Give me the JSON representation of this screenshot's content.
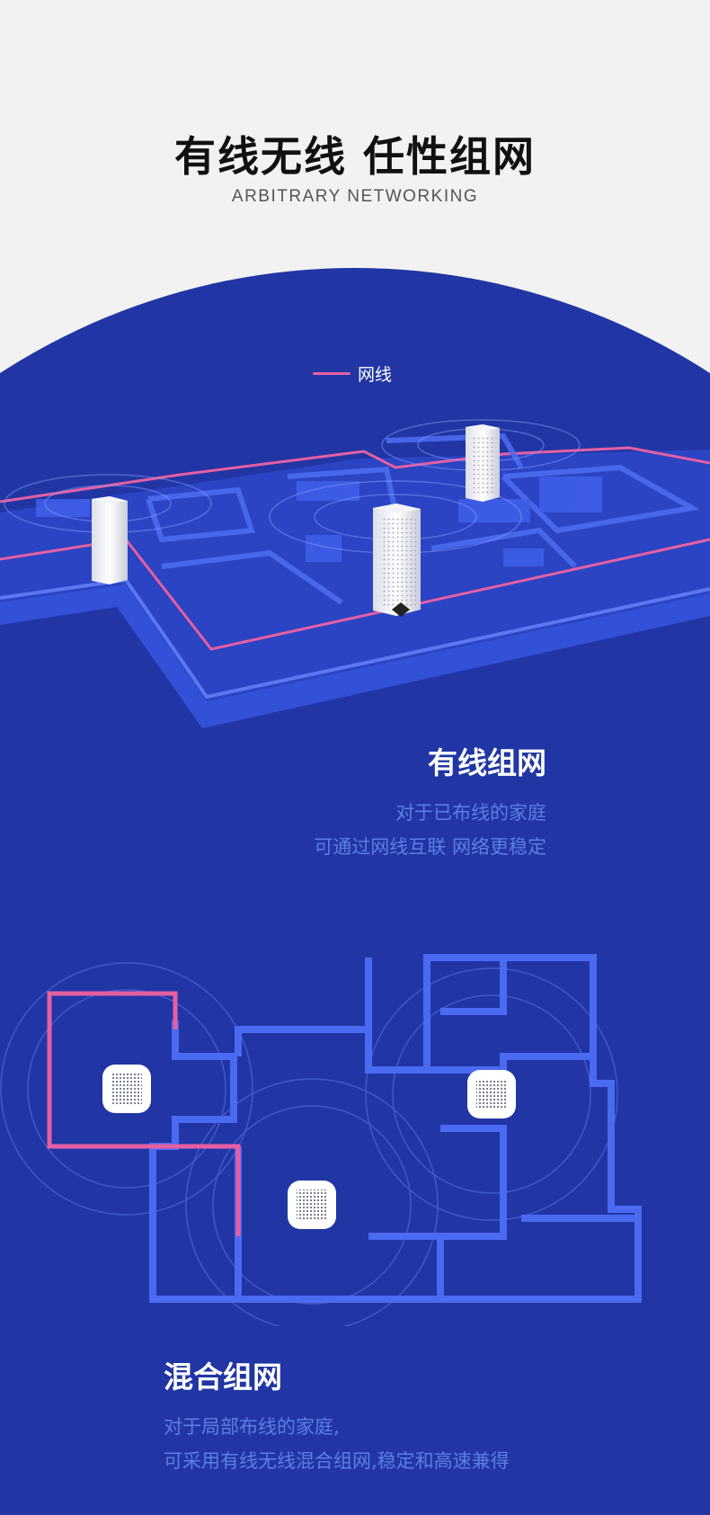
{
  "header": {
    "title": "有线无线  任性组网",
    "subtitle": "ARBITRARY NETWORKING"
  },
  "legend": {
    "label": "网线",
    "line_color": "#e65fa3"
  },
  "sections": {
    "wired": {
      "title": "有线组网",
      "lines": [
        "对于已布线的家庭",
        "可通过网线互联  网络更稳定"
      ]
    },
    "hybrid": {
      "title": "混合组网",
      "lines": [
        "对于局部布线的家庭,",
        "可采用有线无线混合组网,稳定和高速兼得"
      ]
    }
  },
  "colors": {
    "background": "#f2f2f2",
    "blue": "#2136a4",
    "wall": "#3d5ce8",
    "cable": "#e65fa3",
    "desc_text": "#5e7de6"
  },
  "icons": {
    "router_tower": "mesh-router-tower-icon",
    "router_puck": "mesh-router-puck-icon"
  }
}
